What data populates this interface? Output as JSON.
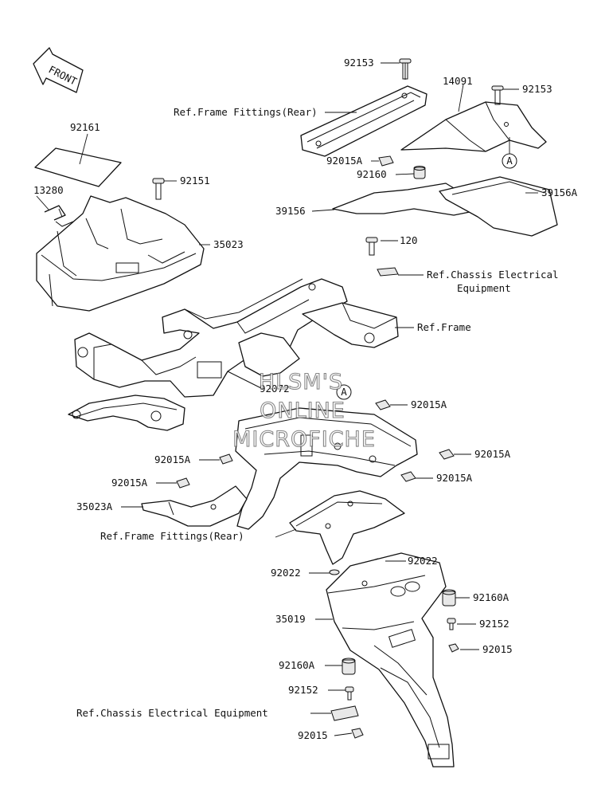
{
  "labels": {
    "front": "FRONT",
    "p92153_top": "92153",
    "p14091": "14091",
    "p92153_right": "92153",
    "ref_frame_fittings_rear_top": "Ref.Frame Fittings(Rear)",
    "p92161": "92161",
    "p92015A_a": "92015A",
    "p92160": "92160",
    "callout_a_top": "A",
    "p13280": "13280",
    "p92151": "92151",
    "p39156A": "39156A",
    "p39156": "39156",
    "p35023": "35023",
    "p120": "120",
    "ref_chassis_line1": "Ref.Chassis Electrical",
    "ref_chassis_line2": "Equipment",
    "ref_frame": "Ref.Frame",
    "callout_a_mid": "A",
    "p92072": "92072",
    "p92015A_b": "92015A",
    "p92015A_c": "92015A",
    "p92015A_d": "92015A",
    "p92015A_e": "92015A",
    "p92015A_f": "92015A",
    "p35023A": "35023A",
    "ref_frame_fittings_rear_mid": "Ref.Frame Fittings(Rear)",
    "p92022_a": "92022",
    "p92022_b": "92022",
    "p92160A_a": "92160A",
    "p35019": "35019",
    "p92152_a": "92152",
    "p92015_a": "92015",
    "p92160A_b": "92160A",
    "p92152_b": "92152",
    "ref_chassis_bottom": "Ref.Chassis Electrical Equipment",
    "p92015_b": "92015"
  },
  "watermark": {
    "line1": "HLSM'S",
    "line2": "ONLINE",
    "line3": "MICROFICHE"
  }
}
